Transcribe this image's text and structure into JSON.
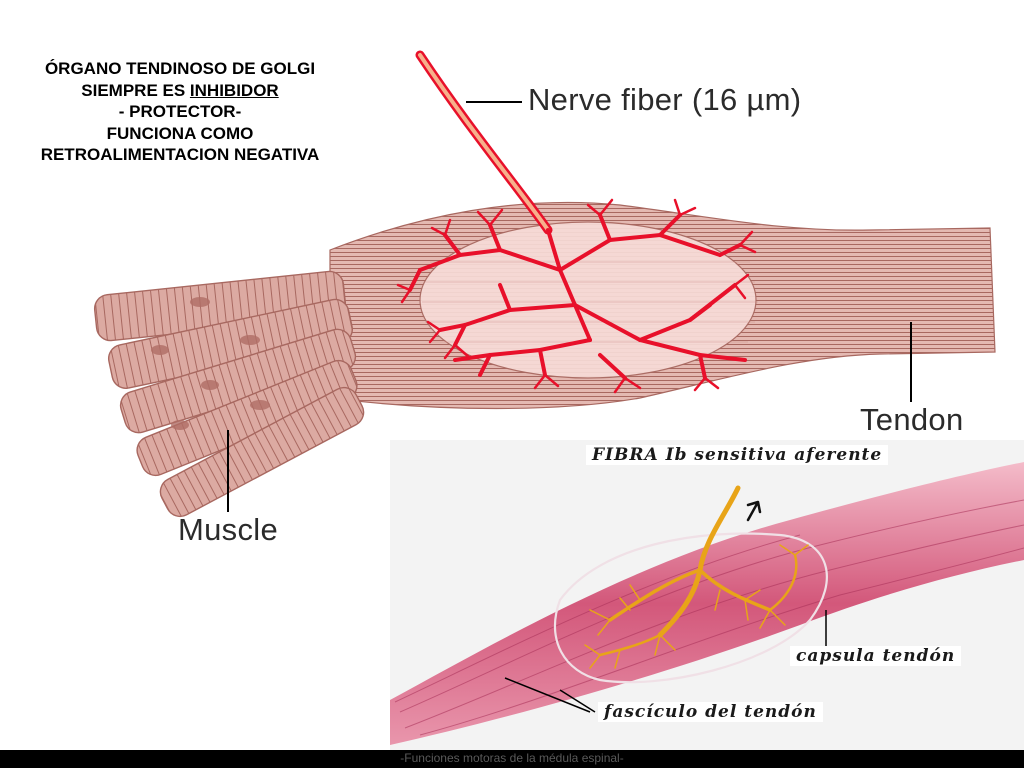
{
  "title": {
    "line1": "ÓRGANO TENDINOSO DE GOLGI",
    "line2_prefix": "SIEMPRE ES ",
    "line2_underlined": "INHIBIDOR",
    "line3": "- PROTECTOR-",
    "line4": "FUNCIONA COMO",
    "line5": "RETROALIMENTACION NEGATIVA"
  },
  "top_diagram": {
    "nerve_label": "Nerve fiber (16 µm)",
    "tendon_label": "Tendon",
    "muscle_label": "Muscle",
    "colors": {
      "muscle": "#dcaaa2",
      "muscle_outline": "#a86860",
      "nerve": "#e8102a",
      "capsule": "#f4d6d2"
    }
  },
  "bottom_diagram": {
    "fiber_label": "FIBRA Ib sensitiva aferente",
    "capsule_label": "capsula tendón",
    "fascicle_label": "fascículo del tendón",
    "colors": {
      "tendon": "#d04a70",
      "nerve": "#e8a418"
    }
  },
  "footer": {
    "text": "-Funciones motoras de la médula espinal-"
  }
}
